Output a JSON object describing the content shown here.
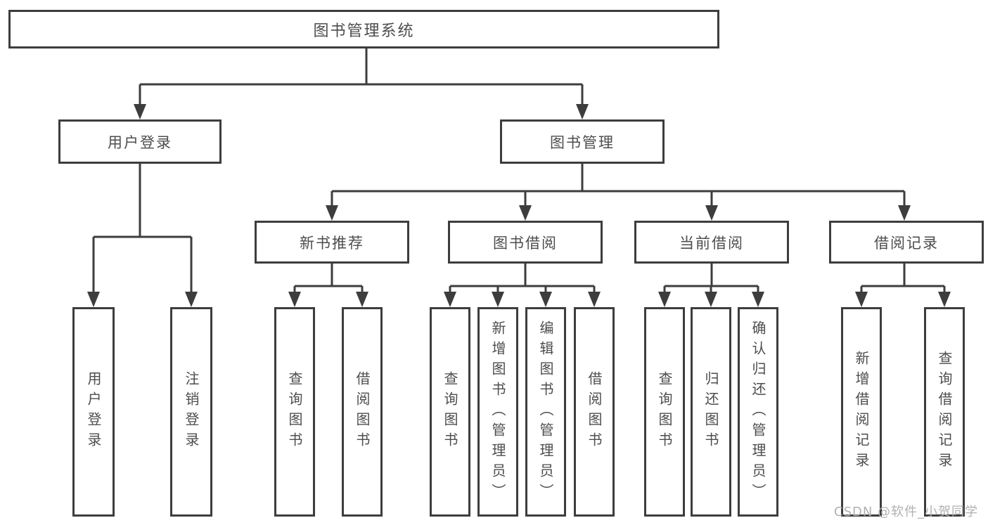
{
  "diagram": {
    "tree": {
      "label": "图书管理系统",
      "children": [
        {
          "label": "用户登录",
          "children": [
            {
              "label": "用户登录"
            },
            {
              "label": "注销登录"
            }
          ]
        },
        {
          "label": "图书管理",
          "children": [
            {
              "label": "新书推荐",
              "children": [
                {
                  "label": "查询图书"
                },
                {
                  "label": "借阅图书"
                }
              ]
            },
            {
              "label": "图书借阅",
              "children": [
                {
                  "label": "查询图书"
                },
                {
                  "label": "新增图书（管理员）"
                },
                {
                  "label": "编辑图书（管理员）"
                },
                {
                  "label": "借阅图书"
                }
              ]
            },
            {
              "label": "当前借阅",
              "children": [
                {
                  "label": "查询图书"
                },
                {
                  "label": "归还图书"
                },
                {
                  "label": "确认归还（管理员）"
                }
              ]
            },
            {
              "label": "借阅记录",
              "children": [
                {
                  "label": "新增借阅记录"
                },
                {
                  "label": "查询借阅记录"
                }
              ]
            }
          ]
        }
      ]
    }
  },
  "watermark": {
    "text": "CSDN @软件_小贺同学"
  },
  "colors": {
    "line": "#3d3d3d",
    "box_border": "#3d3d3d",
    "text": "#4d4d4d",
    "watermark": "#b1b1b1",
    "background": "#ffffff"
  }
}
